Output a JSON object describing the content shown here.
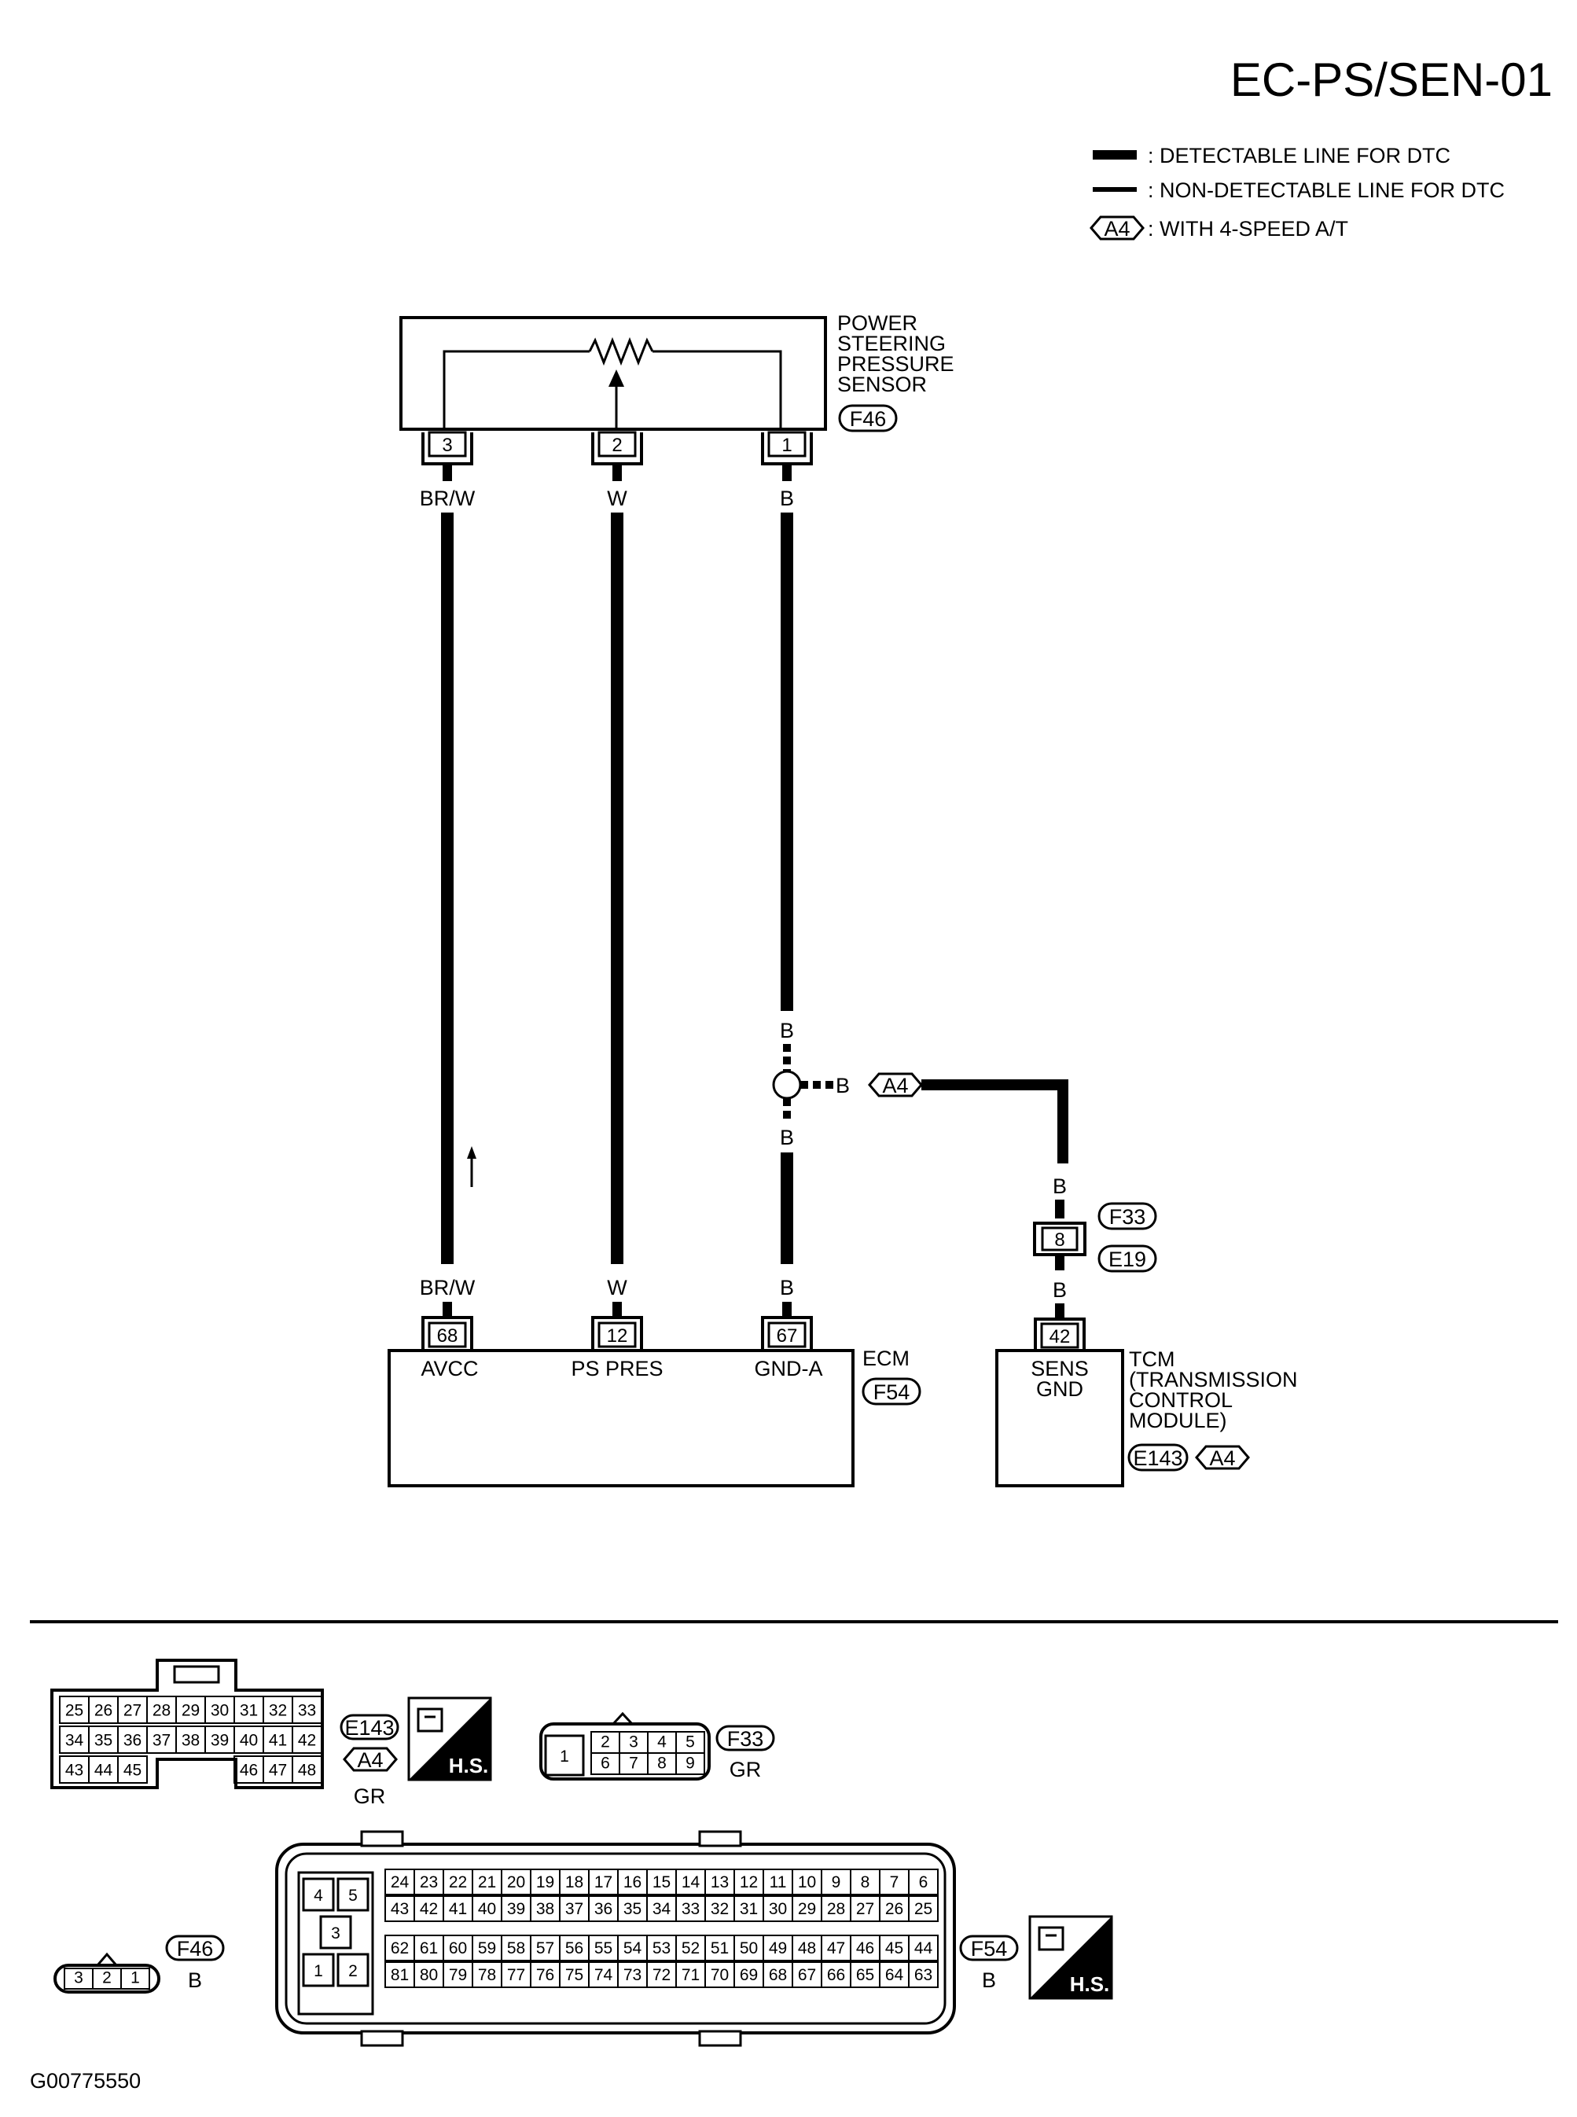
{
  "page": {
    "title": "EC-PS/SEN-01",
    "figure_code": "G00775550"
  },
  "legend": {
    "detectable": ": DETECTABLE LINE FOR DTC",
    "non_detectable": ": NON-DETECTABLE LINE FOR DTC",
    "a4_tag": "A4",
    "a4_desc": ": WITH 4-SPEED A/T"
  },
  "sensor": {
    "name_lines": [
      "POWER",
      "STEERING",
      "PRESSURE",
      "SENSOR"
    ],
    "connector": "F46",
    "pins": [
      "3",
      "2",
      "1"
    ]
  },
  "wires": {
    "avcc_color": "BR/W",
    "ps_pres_color": "W",
    "gnd_color": "B",
    "branch_color": "B"
  },
  "ecm": {
    "name": "ECM",
    "connector": "F54",
    "pins": [
      {
        "num": "68",
        "label": "AVCC"
      },
      {
        "num": "12",
        "label": "PS PRES"
      },
      {
        "num": "67",
        "label": "GND-A"
      }
    ]
  },
  "joint": {
    "pin": "8",
    "top_connector": "F33",
    "bottom_connector": "E19"
  },
  "tcm": {
    "name_lines": [
      "TCM",
      "(TRANSMISSION",
      "CONTROL",
      "MODULE)"
    ],
    "connector": "E143",
    "tag": "A4",
    "pin": "42",
    "label_lines": [
      "SENS",
      "GND"
    ]
  },
  "connectors": {
    "e143": {
      "rows": [
        [
          "25",
          "26",
          "27",
          "28",
          "29",
          "30",
          "31",
          "32",
          "33"
        ],
        [
          "34",
          "35",
          "36",
          "37",
          "38",
          "39",
          "40",
          "41",
          "42"
        ],
        [
          "43",
          "44",
          "45",
          "",
          "",
          "",
          "46",
          "47",
          "48"
        ]
      ],
      "id": "E143",
      "tag": "A4",
      "color": "GR",
      "hs": "H.S."
    },
    "f33": {
      "single": "1",
      "rows": [
        [
          "2",
          "3",
          "4",
          "5"
        ],
        [
          "6",
          "7",
          "8",
          "9"
        ]
      ],
      "id": "F33",
      "color": "GR"
    },
    "f46": {
      "pins": [
        "3",
        "2",
        "1"
      ],
      "id": "F46",
      "color": "B"
    },
    "f54": {
      "left_pins": [
        "4",
        "5",
        "3",
        "1",
        "2"
      ],
      "rows": [
        [
          "24",
          "23",
          "22",
          "21",
          "20",
          "19",
          "18",
          "17",
          "16",
          "15",
          "14",
          "13",
          "12",
          "11",
          "10",
          "9",
          "8",
          "7",
          "6"
        ],
        [
          "43",
          "42",
          "41",
          "40",
          "39",
          "38",
          "37",
          "36",
          "35",
          "34",
          "33",
          "32",
          "31",
          "30",
          "29",
          "28",
          "27",
          "26",
          "25"
        ],
        [
          "62",
          "61",
          "60",
          "59",
          "58",
          "57",
          "56",
          "55",
          "54",
          "53",
          "52",
          "51",
          "50",
          "49",
          "48",
          "47",
          "46",
          "45",
          "44"
        ],
        [
          "81",
          "80",
          "79",
          "78",
          "77",
          "76",
          "75",
          "74",
          "73",
          "72",
          "71",
          "70",
          "69",
          "68",
          "67",
          "66",
          "65",
          "64",
          "63"
        ]
      ],
      "id": "F54",
      "color": "B",
      "hs": "H.S."
    }
  }
}
